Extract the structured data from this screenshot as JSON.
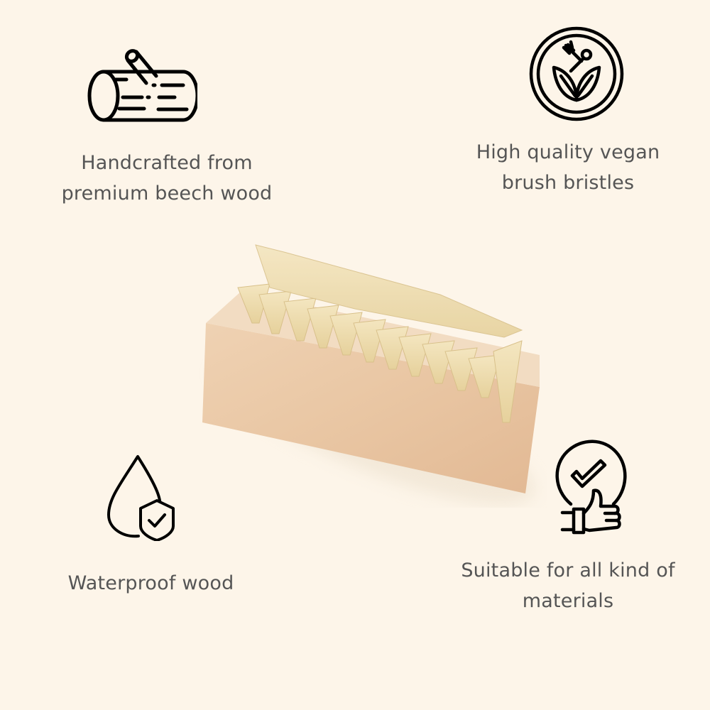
{
  "background_color": "#fdf5e9",
  "text_color": "#555555",
  "features": [
    {
      "id": "wood",
      "icon": "log-icon",
      "lines": [
        "Handcrafted from",
        "premium beech wood"
      ]
    },
    {
      "id": "vegan",
      "icon": "vegan-leaf-cutlery-icon",
      "lines": [
        "High quality vegan",
        "brush bristles"
      ]
    },
    {
      "id": "waterproof",
      "icon": "water-drop-shield-icon",
      "lines": [
        "Waterproof wood"
      ]
    },
    {
      "id": "materials",
      "icon": "thumbs-up-check-icon",
      "lines": [
        "Suitable for all kind of",
        "materials"
      ]
    }
  ],
  "product": {
    "name": "wooden-nail-brush",
    "wood_color": "#e8c7a4",
    "bristle_color": "#efdcae"
  }
}
